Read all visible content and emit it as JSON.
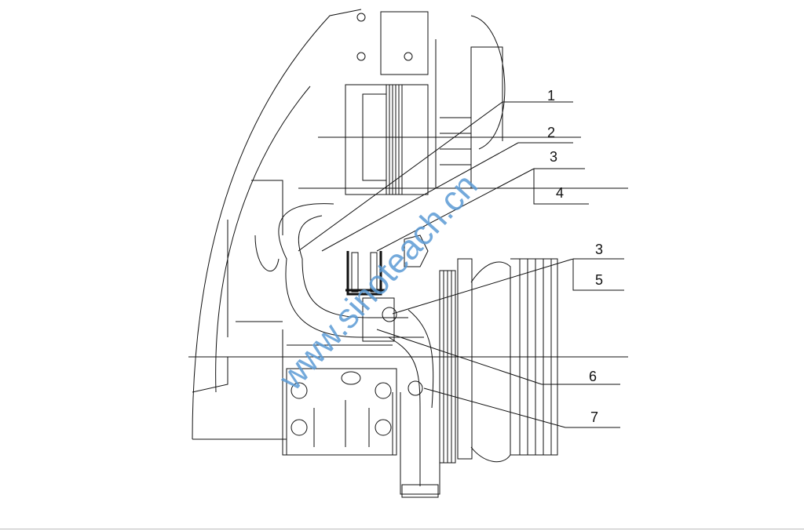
{
  "diagram": {
    "callouts": [
      {
        "id": "1",
        "label": "1"
      },
      {
        "id": "2",
        "label": "2"
      },
      {
        "id": "3a",
        "label": "3"
      },
      {
        "id": "4",
        "label": "4"
      },
      {
        "id": "3b",
        "label": "3"
      },
      {
        "id": "5",
        "label": "5"
      },
      {
        "id": "6",
        "label": "6"
      },
      {
        "id": "7",
        "label": "7"
      }
    ],
    "watermark": "www.sinoteach.cn"
  }
}
